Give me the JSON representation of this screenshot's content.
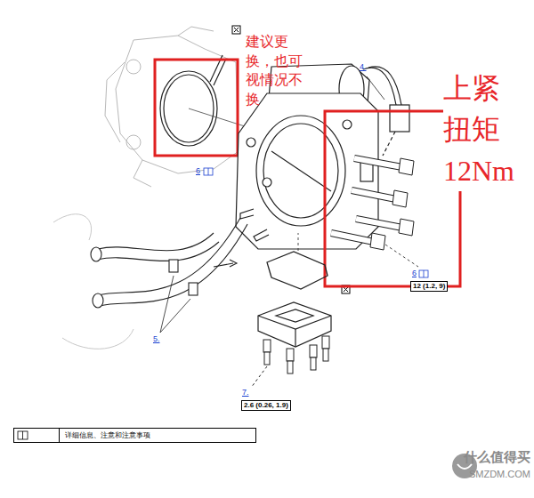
{
  "diagram": {
    "labels": [
      "建议更换，也可视情况不换",
      "4.",
      "上紧扭矩12Nm",
      "6",
      "6",
      "12 (1.2, 9)",
      "5.",
      "7.",
      "2.6 (0.26, 1.9)",
      "什么值得买",
      "SMZDM.COM"
    ],
    "legend": [
      {
        "text": "详细信息、注意和注意事项"
      }
    ]
  }
}
